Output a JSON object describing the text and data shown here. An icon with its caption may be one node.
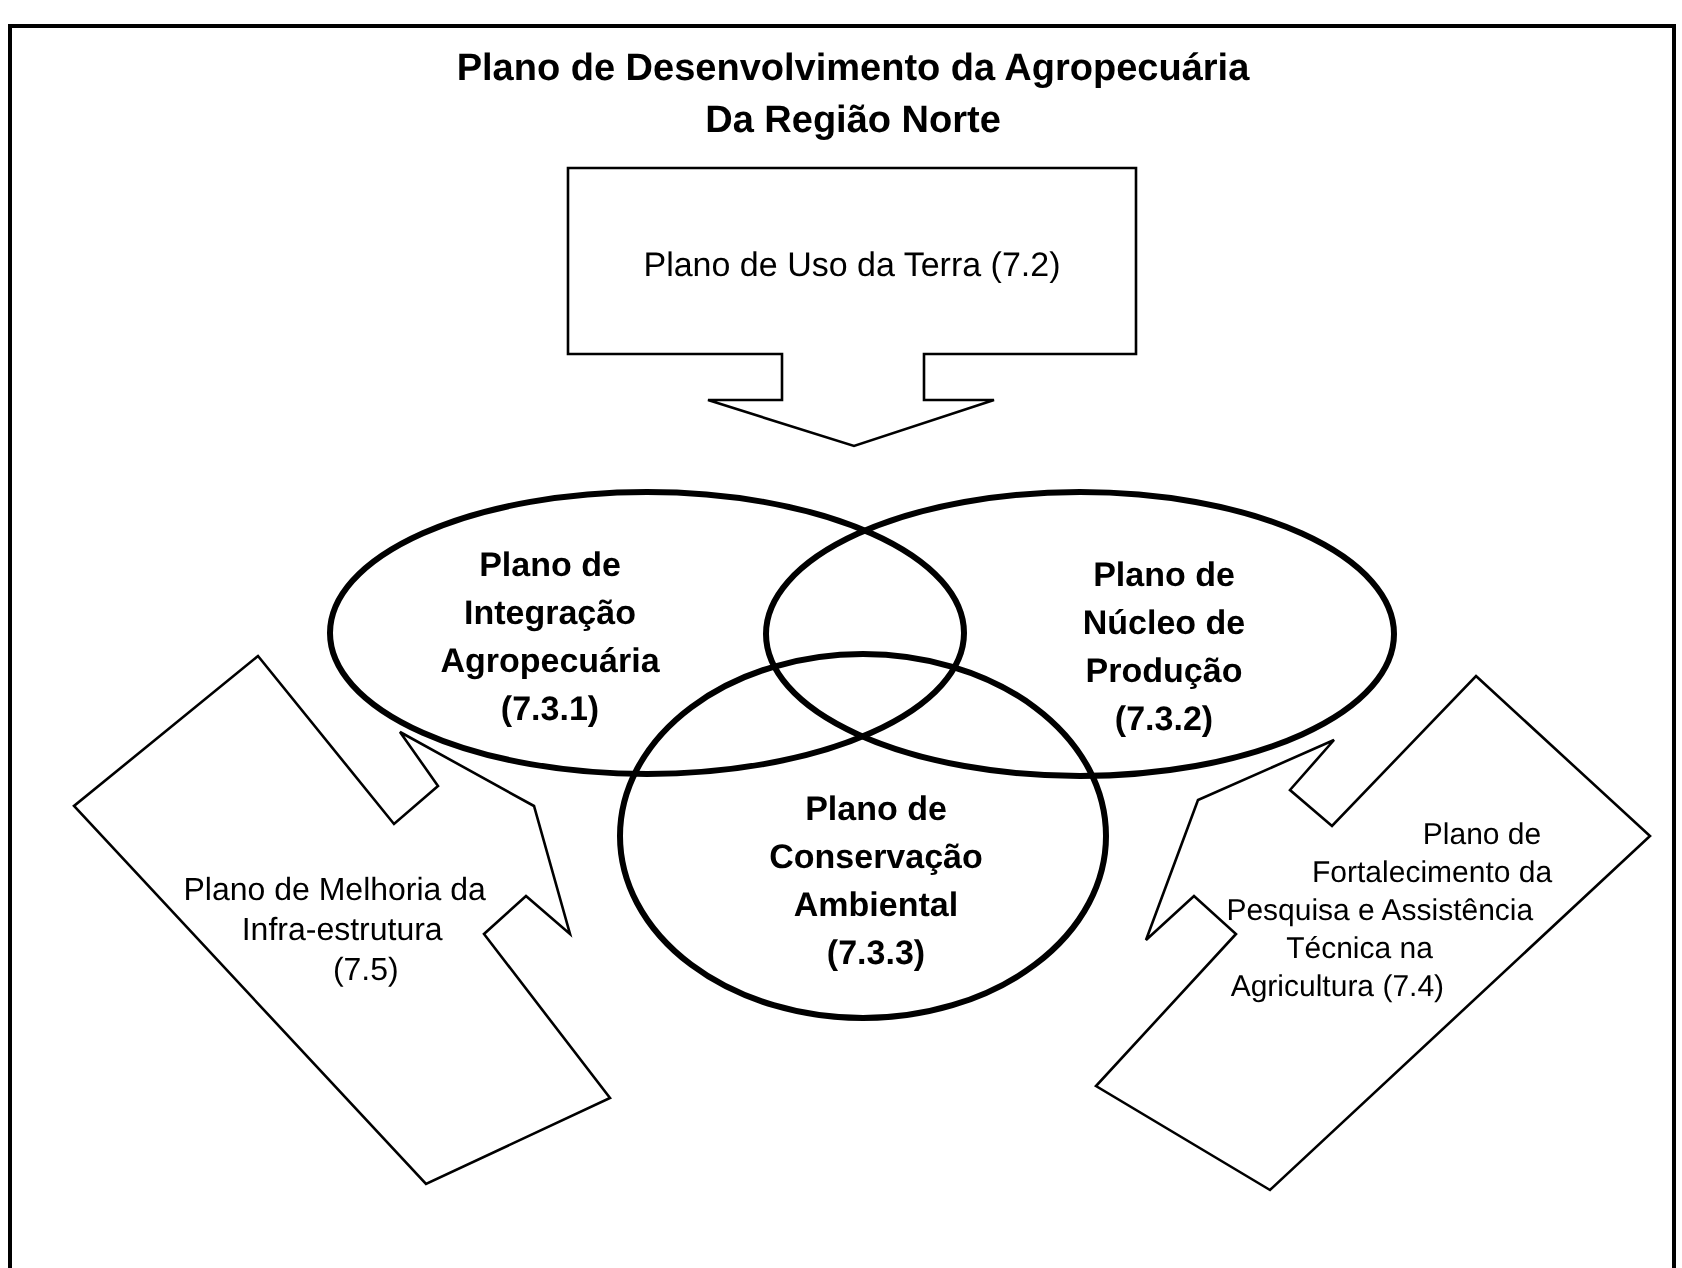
{
  "diagram": {
    "title": "Plano de Desenvolvimento da Agropecuária Da Região Norte",
    "nodes": [
      {
        "text": [
          "Plano de Uso da Terra (7.2)"
        ]
      },
      {
        "text": [
          "Plano de Integração Agropecuária (7.3.1)"
        ]
      },
      {
        "text": [
          "Plano de Núcleo de Produção (7.3.2)"
        ]
      },
      {
        "text": [
          "Plano de Conservação Ambiental (7.3.3)"
        ]
      },
      {
        "text": [
          "Plano de Melhoria da Infra-estrutura (7.5)"
        ]
      },
      {
        "text": [
          "Plano de Fortalecimento da Pesquisa e Assistência Técnica na Agricultura (7.4)"
        ]
      }
    ]
  }
}
